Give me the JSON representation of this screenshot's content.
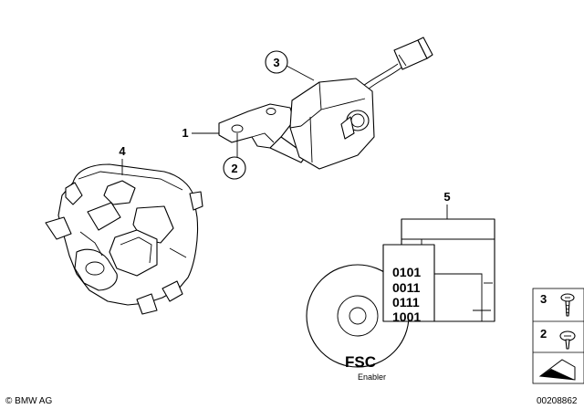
{
  "callouts": {
    "part1": "1",
    "part2": "2",
    "part3": "3",
    "part4": "4",
    "part5": "5"
  },
  "software": {
    "binary_lines": [
      "0101",
      "0011",
      "0111",
      "1001"
    ],
    "disc_label": "FSC",
    "disc_sublabel": "Enabler"
  },
  "legend": {
    "item3": "3",
    "item2": "2"
  },
  "footer": {
    "copyright": "© BMW AG",
    "image_number": "00208862"
  }
}
